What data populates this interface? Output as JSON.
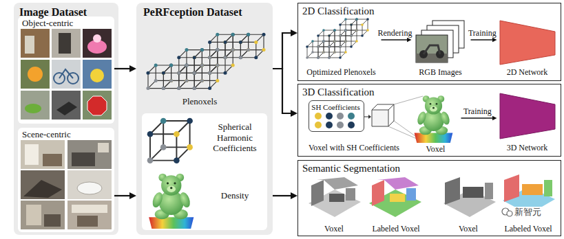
{
  "diagram": {
    "nodes": [
      {
        "text": [
          "Image Dataset"
        ]
      },
      {
        "text": [
          "Object-centric"
        ],
        "in": 0
      },
      {
        "text": [
          "Scene-centric"
        ],
        "in": 0
      },
      {
        "text": [
          "PeRFception Dataset"
        ]
      },
      {
        "text": [
          "Spherical Harmonic Coefficients",
          "Density"
        ],
        "in": 3
      },
      {
        "text": [
          "2D Classification"
        ]
      },
      {
        "text": [
          "Optimized Plenoxels"
        ],
        "in": 5
      },
      {
        "text": [
          "RGB Images"
        ],
        "in": 5
      },
      {
        "text": [
          "2D Network"
        ],
        "in": 5
      },
      {
        "text": [
          "3D Classification"
        ]
      },
      {
        "text": [
          "SH Coefficients"
        ],
        "in": 9
      },
      {
        "text": [
          "Voxel"
        ],
        "in": 9
      },
      {
        "text": [
          "3D Network"
        ],
        "in": 9
      },
      {
        "text": [
          "Semantic Segmentation"
        ]
      }
    ],
    "edges": [
      {
        "from": 1,
        "to": 3,
        "arrow": "to"
      },
      {
        "from": 2,
        "to": 3,
        "arrow": "to"
      },
      {
        "from": 3,
        "to": 5,
        "arrow": "to"
      },
      {
        "from": 3,
        "to": 9,
        "arrow": "to"
      },
      {
        "from": 3,
        "to": 13,
        "arrow": "to"
      },
      {
        "from": 6,
        "to": 7,
        "label": "Rendering",
        "arrow": "to"
      },
      {
        "from": 7,
        "to": 8,
        "label": "Training",
        "arrow": "to"
      },
      {
        "from": 11,
        "to": 12,
        "label": "Training",
        "arrow": "to"
      }
    ],
    "labels": [
      "Plenoxels",
      "Voxel with SH Coefficients",
      "Voxel",
      "Labeled Voxel",
      "Voxel",
      "Labeled Voxel",
      "新智元"
    ]
  }
}
